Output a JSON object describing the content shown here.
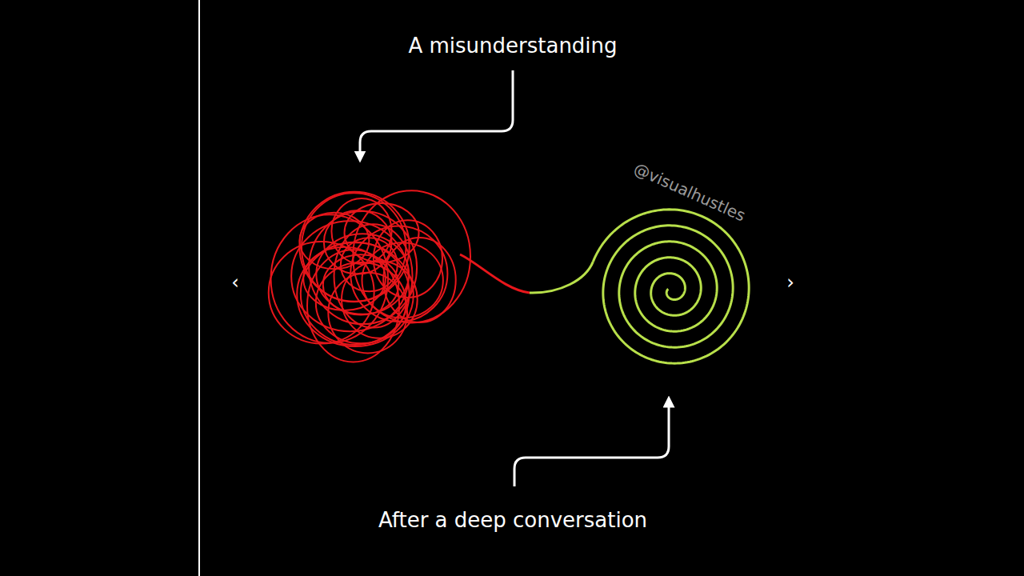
{
  "diagram": {
    "labels": [
      "A misunderstanding",
      "@visualhustles",
      "‹",
      "›",
      "After a deep conversation"
    ]
  }
}
